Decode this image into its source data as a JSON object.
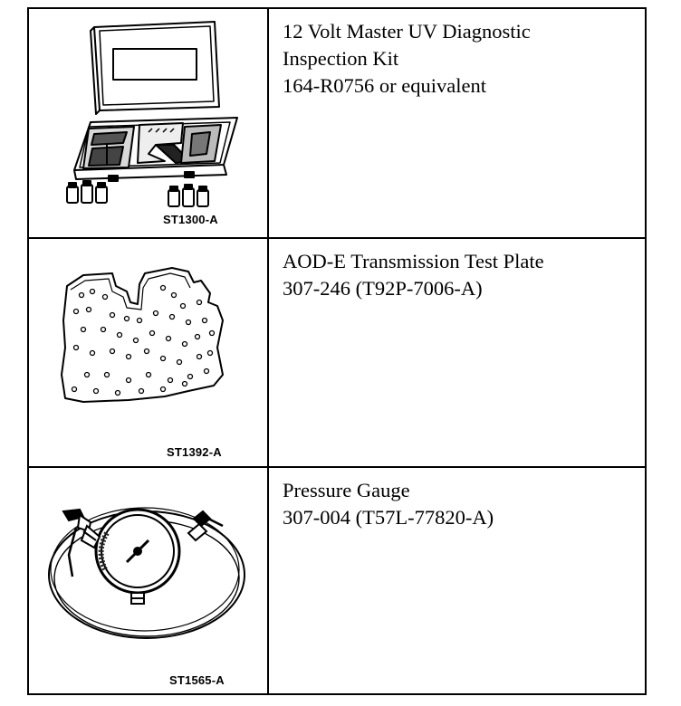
{
  "rows": [
    {
      "figure_code": "ST1300-A",
      "figure_icon": "uv-diagnostic-kit-illustration",
      "lines": [
        "12 Volt Master UV Diagnostic",
        "Inspection Kit",
        "164-R0756 or equivalent"
      ]
    },
    {
      "figure_code": "ST1392-A",
      "figure_icon": "test-plate-illustration",
      "lines": [
        "AOD-E Transmission Test Plate",
        "307-246 (T92P-7006-A)"
      ]
    },
    {
      "figure_code": "ST1565-A",
      "figure_icon": "pressure-gauge-illustration",
      "lines": [
        "Pressure Gauge",
        "307-004 (T57L-77820-A)"
      ]
    }
  ]
}
